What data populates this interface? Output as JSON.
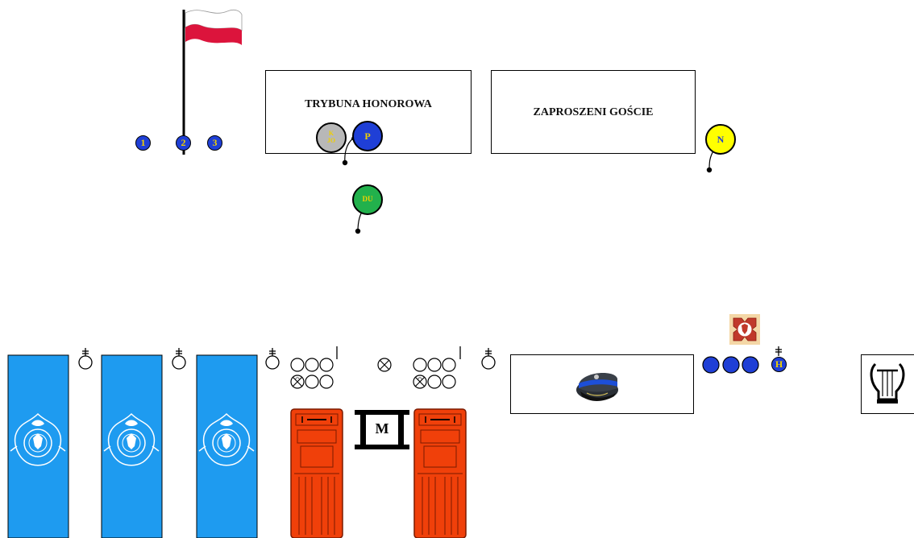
{
  "stands": {
    "honor_label": "TRYBUNA HONOROWA",
    "guests_label": "ZAPROSZENI GOŚCIE"
  },
  "flag_posts": [
    "1",
    "2",
    "3"
  ],
  "officials": {
    "kjo": [
      "K",
      "JO"
    ],
    "p": "P",
    "du": "DU",
    "n": "N",
    "h": "H"
  },
  "memorial": "M",
  "colors": {
    "formation": "#1e9bf0",
    "truck": "#f0400a",
    "official_blue": "#1f3fd6",
    "kjo_gray": "#b8b8b8",
    "du_green": "#22b14c",
    "n_yellow": "#ffff00",
    "text_yellow": "#f0d000",
    "flag_red": "#dc143c"
  },
  "icons": [
    "poland-flag-icon",
    "firefighter-emblem-icon",
    "fire-truck-icon",
    "military-cap-icon",
    "military-band-lyre-icon",
    "honor-cross-icon"
  ]
}
